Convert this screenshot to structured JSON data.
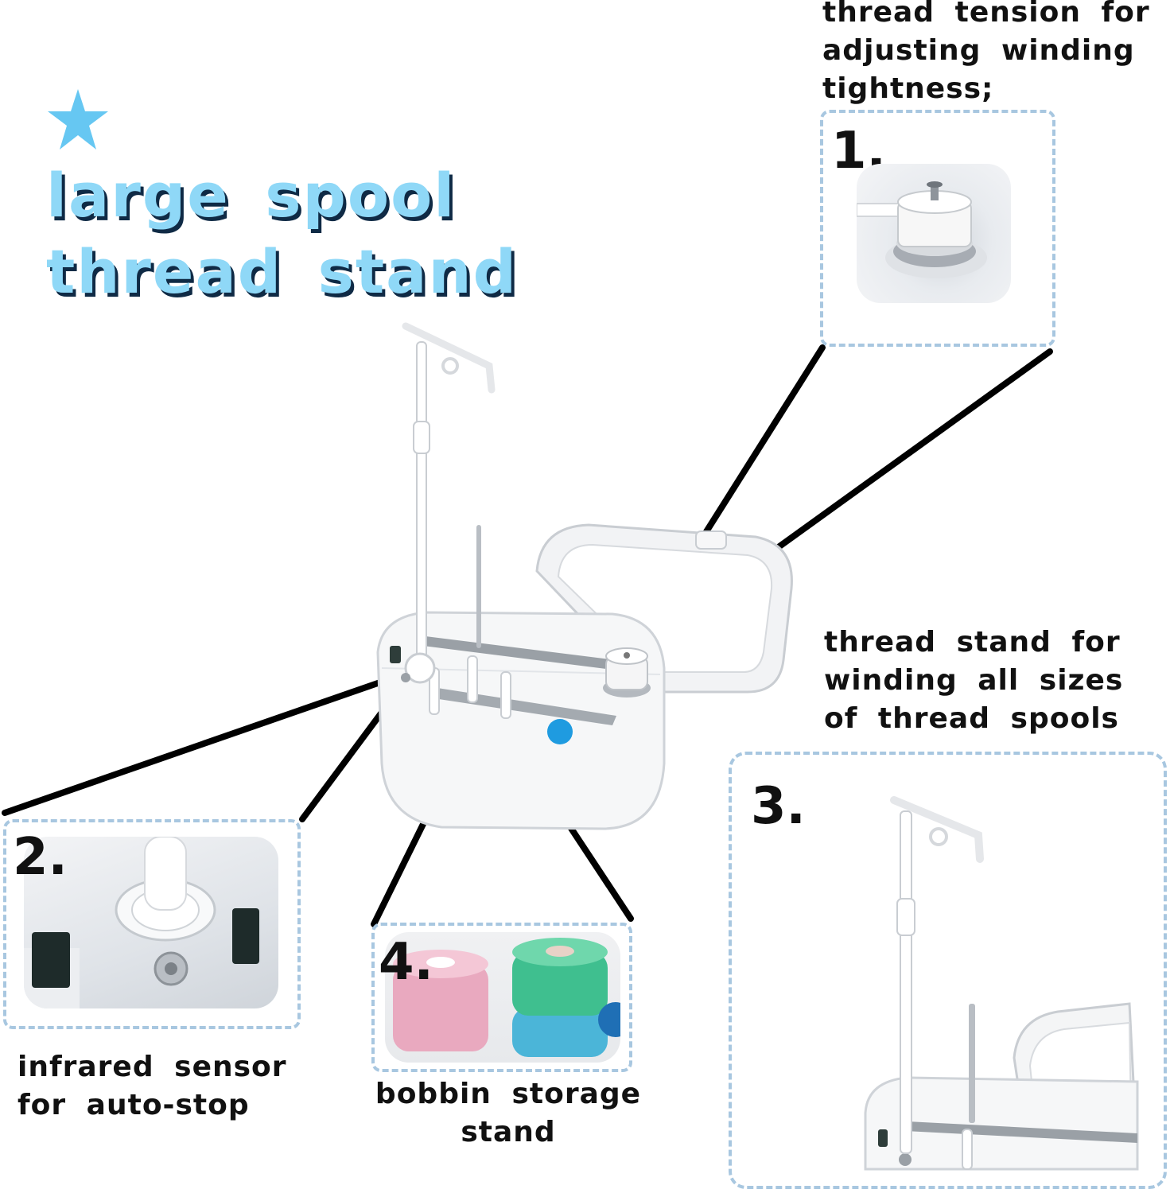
{
  "headline": {
    "line1": "large spool",
    "line2": "thread stand",
    "color": "#8fd8f7",
    "shadow": "#0f2a45"
  },
  "callouts": [
    {
      "number": "1.",
      "caption": [
        "thread tension for",
        "adjusting winding",
        "tightness;"
      ]
    },
    {
      "number": "2.",
      "caption": [
        "infrared sensor",
        "for auto-stop"
      ]
    },
    {
      "number": "3.",
      "caption": [
        "thread stand for",
        "winding all sizes",
        "of thread spools"
      ]
    },
    {
      "number": "4.",
      "caption": [
        "bobbin storage",
        "stand"
      ]
    }
  ],
  "icons": [
    "star-icon"
  ],
  "colors": {
    "box_border": "#a8c7e0",
    "button_accent": "#1f9be0"
  }
}
